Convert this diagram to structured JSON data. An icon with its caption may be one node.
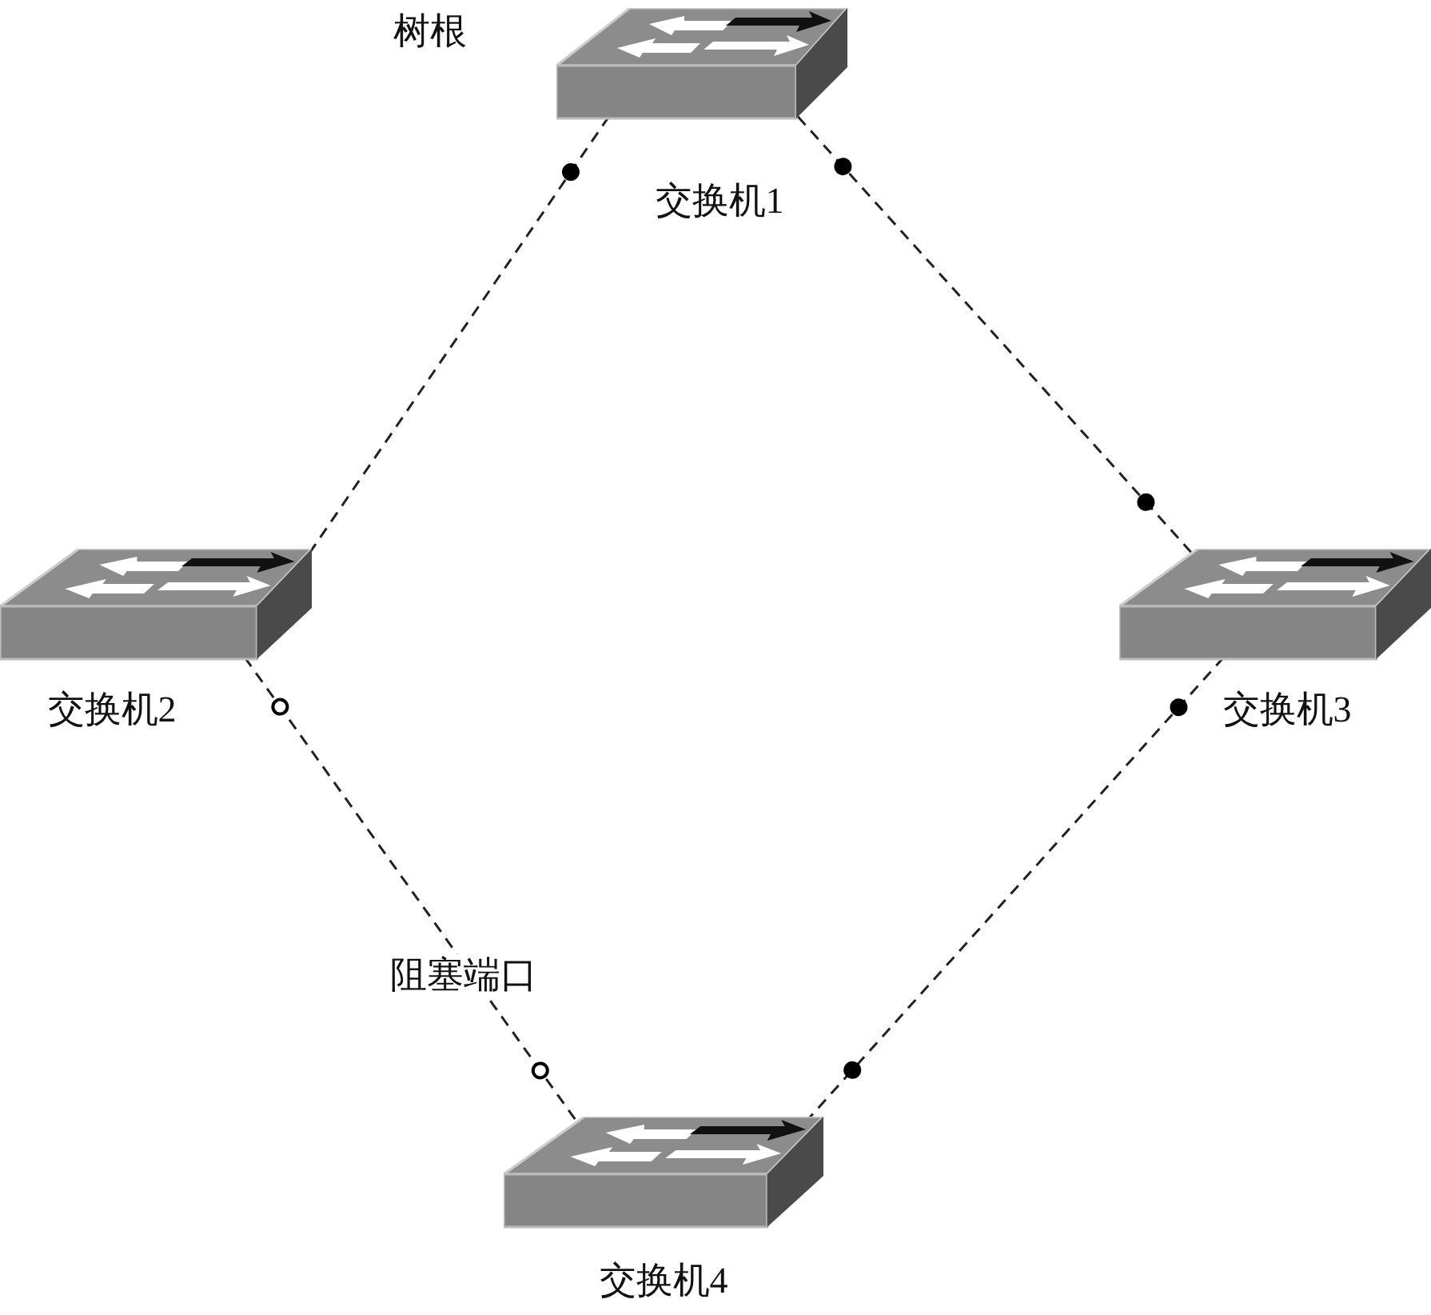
{
  "diagram": {
    "nodes": [
      {
        "text": [
          "交换机1"
        ],
        "beside": [
          "树根"
        ]
      },
      {
        "text": [
          "交换机2"
        ]
      },
      {
        "text": [
          "交换机3"
        ]
      },
      {
        "text": [
          "交换机4"
        ]
      }
    ],
    "edges": [
      {
        "from": 0,
        "to": 1,
        "arrow": "other",
        "style": "dashed"
      },
      {
        "from": 0,
        "to": 2,
        "arrow": "other",
        "style": "dashed"
      },
      {
        "from": 1,
        "to": 3,
        "arrow": "other",
        "style": "dashed",
        "label": "阻塞端口"
      },
      {
        "from": 2,
        "to": 3,
        "arrow": "other",
        "style": "dashed"
      }
    ]
  }
}
